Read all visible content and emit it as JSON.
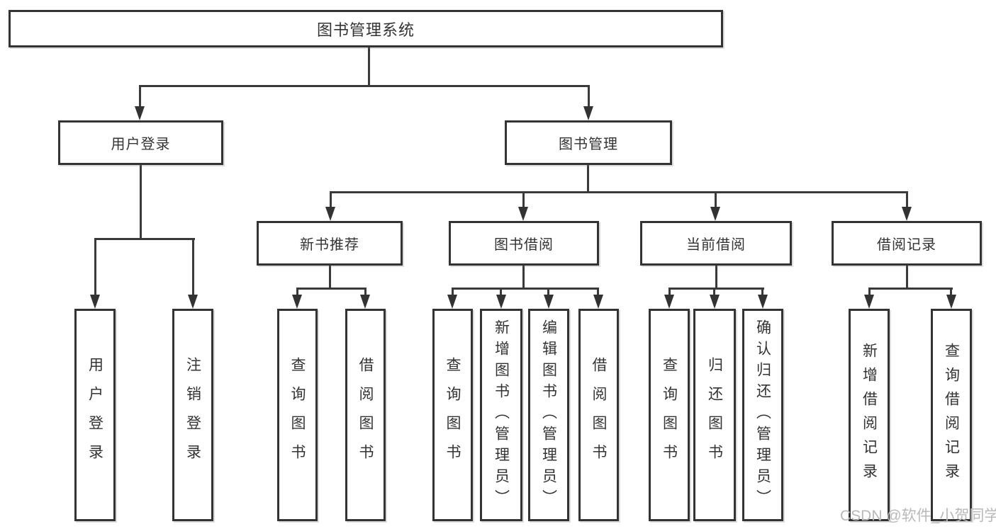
{
  "diagram": {
    "root": {
      "label": "图书管理系统"
    },
    "branches": [
      {
        "label": "用户登录",
        "children": [
          {
            "label": "用户登录"
          },
          {
            "label": "注销登录"
          }
        ]
      },
      {
        "label": "图书管理",
        "groups": [
          {
            "label": "新书推荐",
            "children": [
              {
                "label": "查询图书"
              },
              {
                "label": "借阅图书"
              }
            ]
          },
          {
            "label": "图书借阅",
            "children": [
              {
                "label": "查询图书"
              },
              {
                "label": "新增图书（管理员）"
              },
              {
                "label": "编辑图书（管理员）"
              },
              {
                "label": "借阅图书"
              }
            ]
          },
          {
            "label": "当前借阅",
            "children": [
              {
                "label": "查询图书"
              },
              {
                "label": "归还图书"
              },
              {
                "label": "确认归还（管理员）"
              }
            ]
          },
          {
            "label": "借阅记录",
            "children": [
              {
                "label": "新增借阅记录"
              },
              {
                "label": "查询借阅记录"
              }
            ]
          }
        ]
      }
    ]
  },
  "watermark": {
    "text": "CSDN @软件_小贺同学"
  },
  "colors": {
    "line": "#3a3a3a",
    "border": "#333333",
    "text": "#333333",
    "watermark": "#b9b9b9",
    "background": "#ffffff"
  }
}
